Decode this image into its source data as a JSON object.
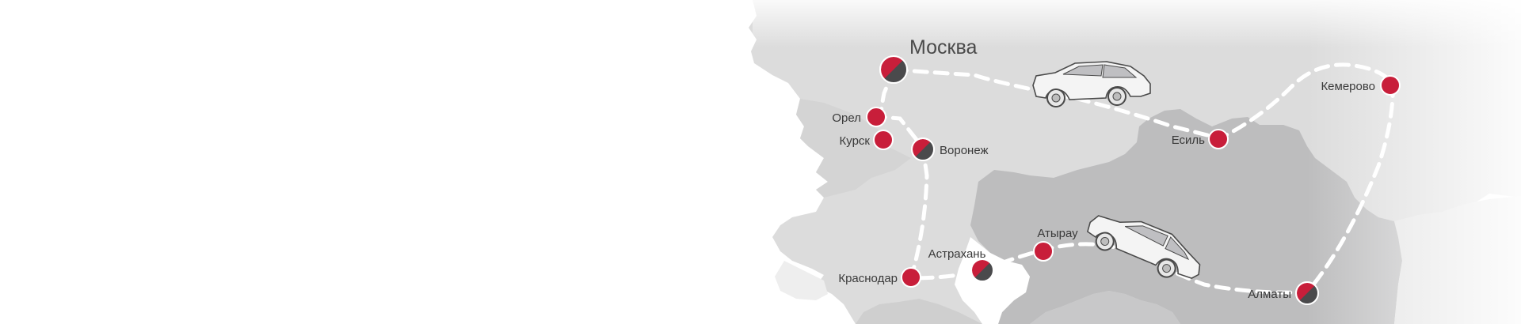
{
  "map": {
    "colors": {
      "land_light": "#dcdcdc",
      "land_mid": "#cfcfcf",
      "land_dark": "#bdbdbe",
      "route": "#ffffff",
      "marker_red": "#c81e3a",
      "marker_dark": "#4a4a4c"
    },
    "route_style": "dashed",
    "cities": [
      {
        "id": "moscow",
        "name": "Москва",
        "marker": "split",
        "capital": true
      },
      {
        "id": "orel",
        "name": "Орел",
        "marker": "solid"
      },
      {
        "id": "kursk",
        "name": "Курск",
        "marker": "solid"
      },
      {
        "id": "voronezh",
        "name": "Воронеж",
        "marker": "split"
      },
      {
        "id": "krasnodar",
        "name": "Краснодар",
        "marker": "solid"
      },
      {
        "id": "astrakhan",
        "name": "Астрахань",
        "marker": "split"
      },
      {
        "id": "atyrau",
        "name": "Атырау",
        "marker": "solid"
      },
      {
        "id": "esil",
        "name": "Есиль",
        "marker": "solid"
      },
      {
        "id": "kemerovo",
        "name": "Кемерово",
        "marker": "solid"
      },
      {
        "id": "almaty",
        "name": "Алматы",
        "marker": "split"
      }
    ],
    "vehicles": [
      {
        "id": "suv",
        "type": "suv-icon"
      },
      {
        "id": "sedan",
        "type": "sedan-icon"
      }
    ]
  }
}
